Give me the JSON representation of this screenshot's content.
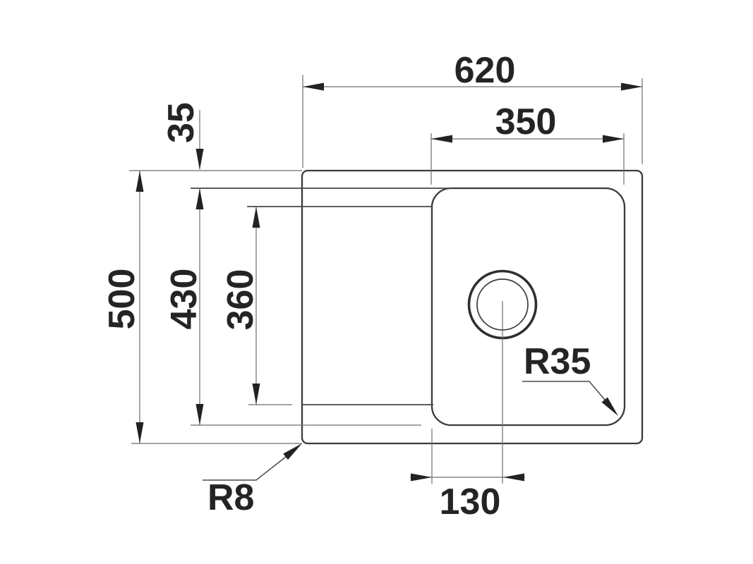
{
  "colors": {
    "ink": "#2c2c2c",
    "background": "#ffffff"
  },
  "dimensions": {
    "overall_width": "620",
    "bowl_width": "350",
    "rim_to_bowl_offset": "35",
    "overall_depth": "500",
    "inner_depth": "430",
    "drainer_depth": "360",
    "bowl_edge_to_drain_center": "130",
    "bowl_corner_radius": "R35",
    "outer_corner_radius": "R8"
  }
}
